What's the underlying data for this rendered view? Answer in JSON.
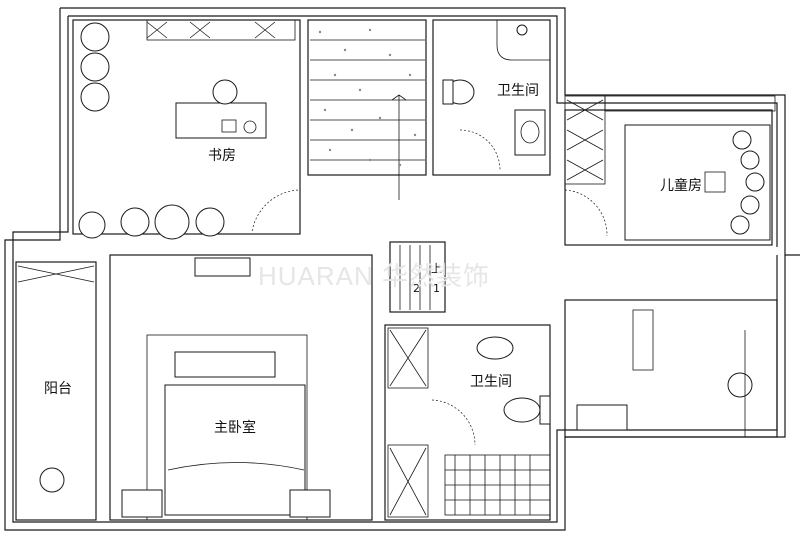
{
  "rooms": {
    "study": "书房",
    "bathroom_top": "卫生间",
    "kids_room": "儿童房",
    "balcony": "阳台",
    "master_bedroom": "主卧室",
    "bathroom_bottom": "卫生间"
  },
  "stairs": {
    "up_label": "上",
    "step_1": "1",
    "step_2": "2"
  },
  "watermark": "HUARAN 华然装饰"
}
